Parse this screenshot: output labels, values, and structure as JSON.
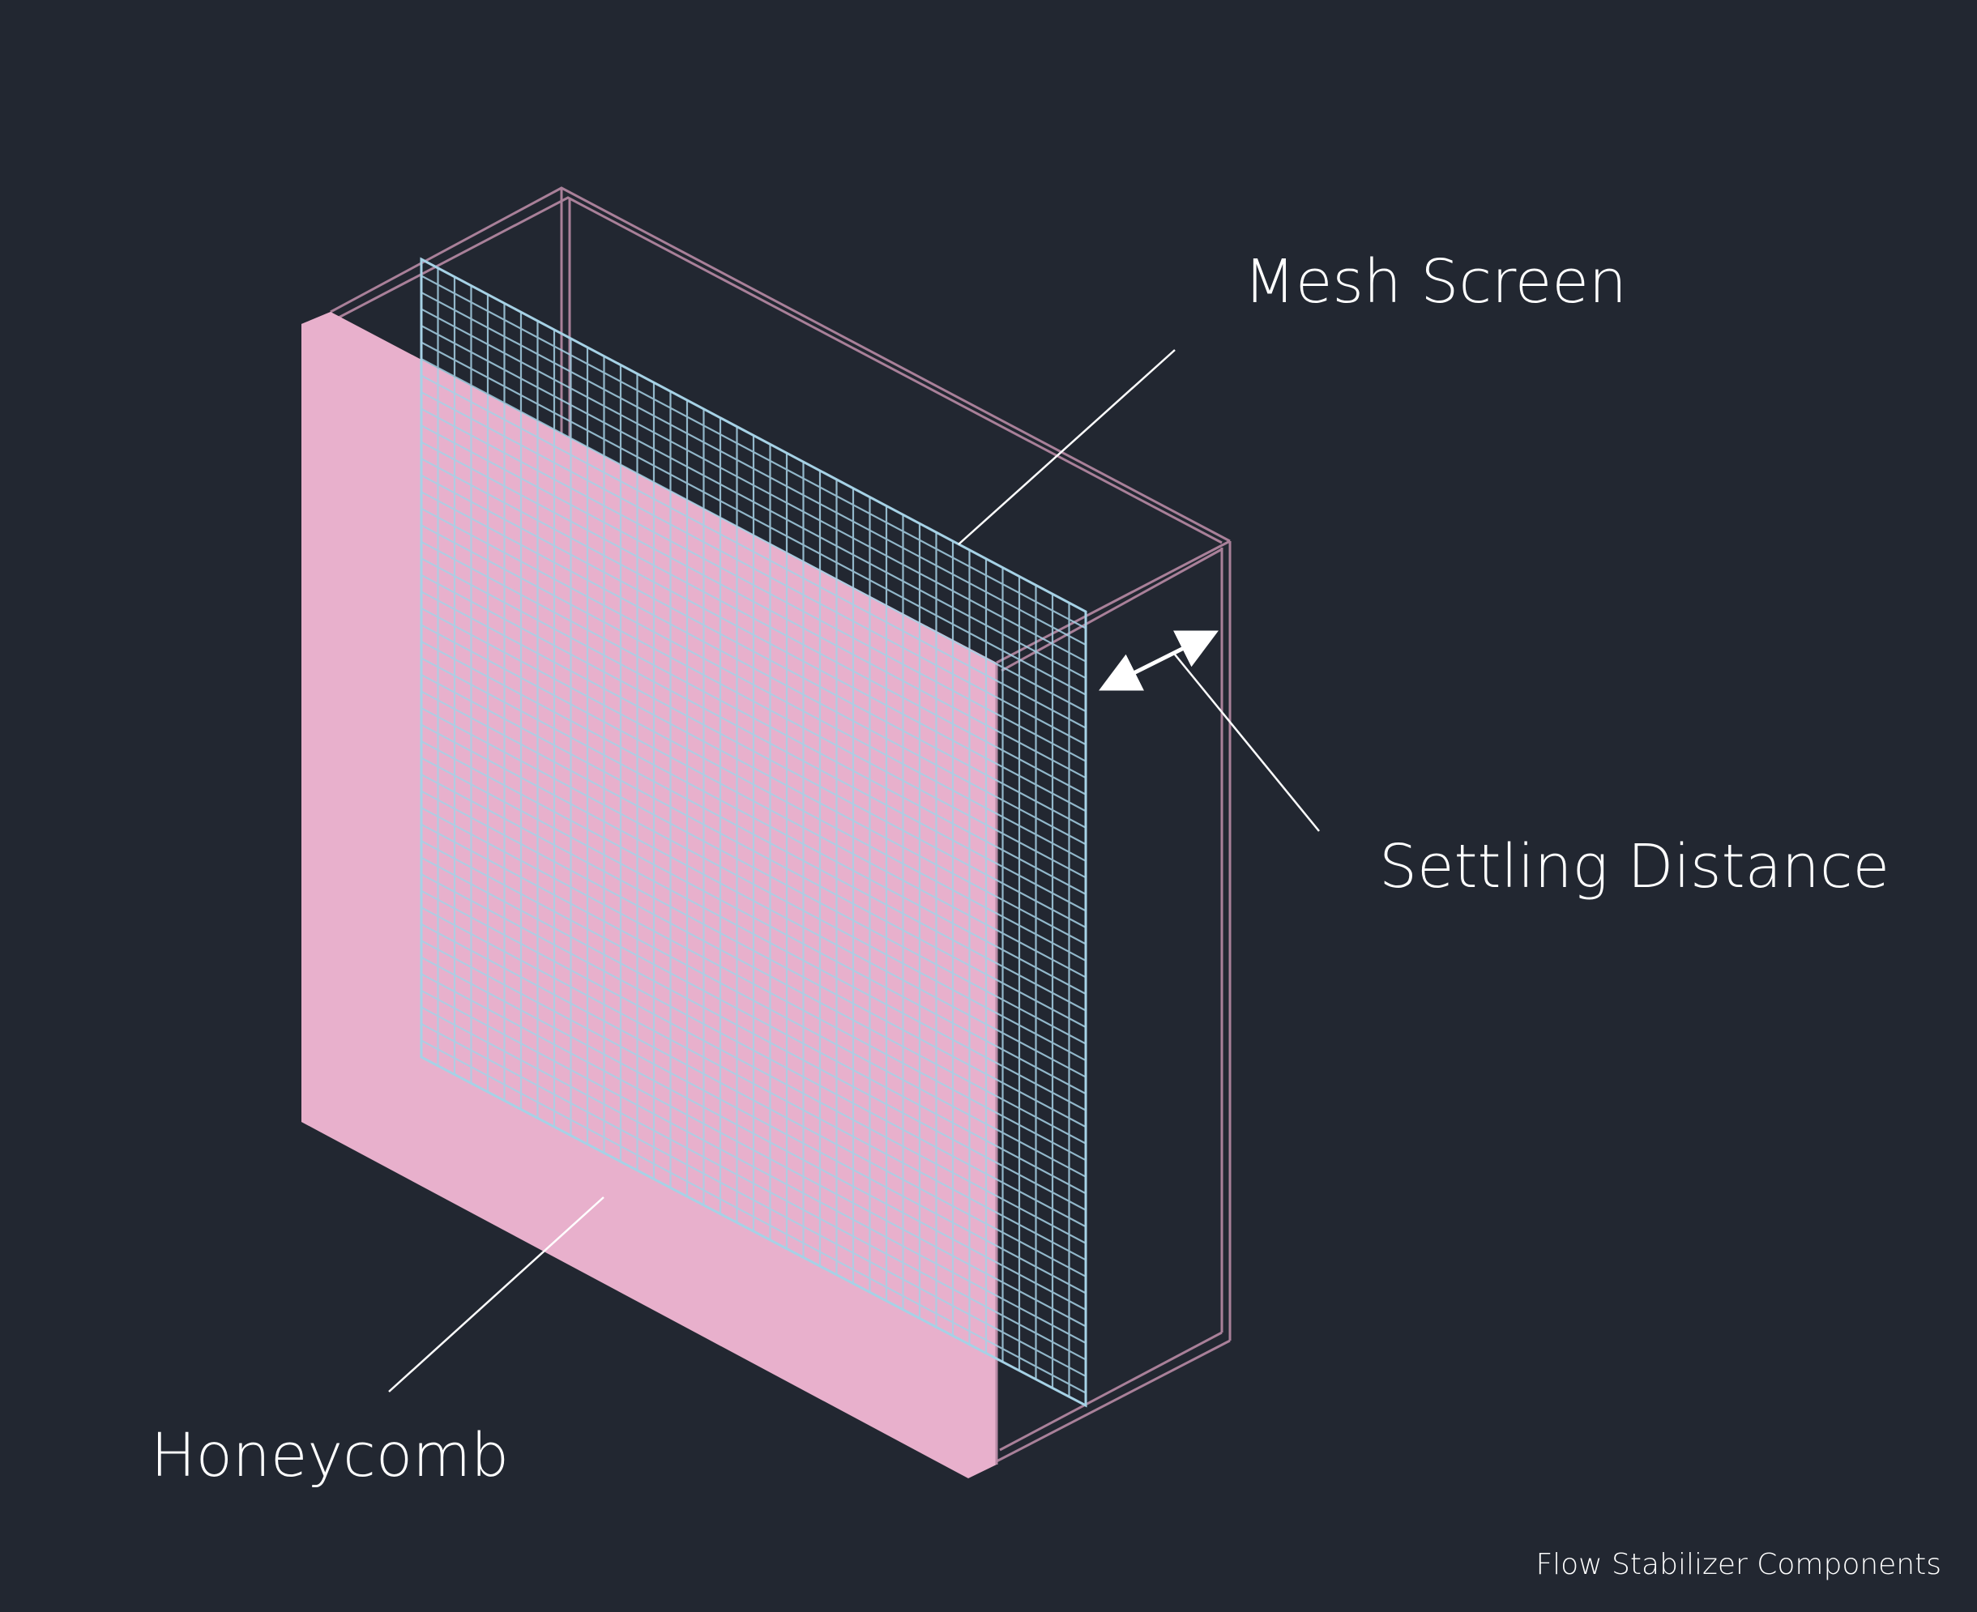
{
  "labels": {
    "mesh_screen": "Mesh Screen",
    "settling_distance": "Settling Distance",
    "honeycomb": "Honeycomb"
  },
  "caption": "Flow Stabilizer Components",
  "colors": {
    "background": "#222731",
    "honeycomb_fill": "#e8b0cc",
    "frame_outline": "#b88aa5",
    "mesh_lines": "#a6d2e6",
    "leader_lines": "#ffffff",
    "text": "#ffffff"
  }
}
